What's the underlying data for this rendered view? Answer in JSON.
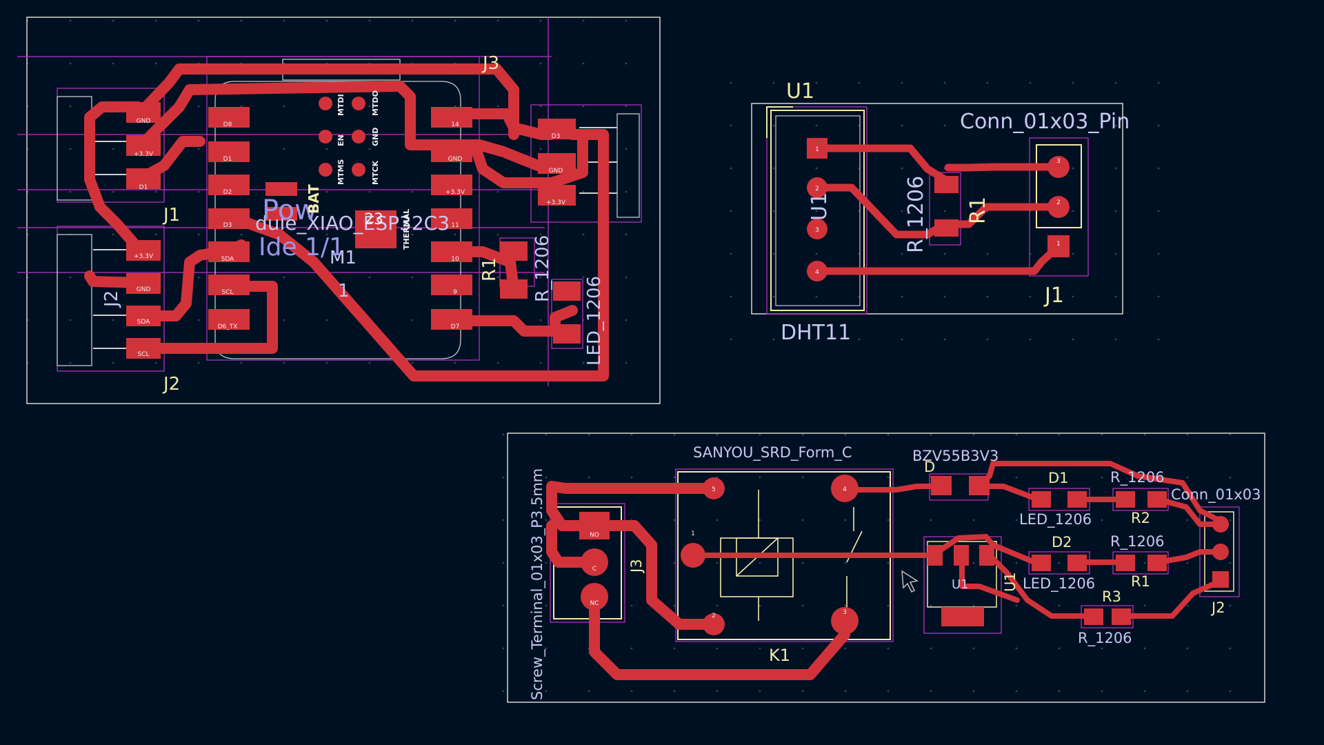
{
  "colors": {
    "background": "#001023",
    "copper": "#d2333a",
    "silkscreen": "#f2eba8",
    "courtyard": "#b032b8",
    "edge_cuts": "#d8d8d0"
  },
  "board_left": {
    "labels": {
      "j3": "J3",
      "j1_left": "J1",
      "j2_left_bottom": "J2",
      "j2_left_side": "J2",
      "m1": "M1",
      "r1": "R1",
      "led_value": "LED_1206",
      "r_value": "R_1206",
      "module_value": "dule_XIAO_ESP32C3",
      "ref_frag_a": "Pow",
      "ref_frag_b": "Ide 1/1",
      "bat": "BAT",
      "thermal": "THERMAL",
      "pad23": "23",
      "ref_1": "1"
    },
    "connector_j1_pads": [
      "GND",
      "+3.3V",
      "D1"
    ],
    "connector_j2_pads": [
      "+3.3V",
      "GND",
      "SDA",
      "SCL"
    ],
    "connector_j3_pads": [
      "D3",
      "GND",
      "+3.3V"
    ],
    "module_left_pins": [
      "D8",
      "D1",
      "D2",
      "D3",
      "SDA",
      "SCL",
      "D6_TX"
    ],
    "module_right_pins": [
      "14",
      "GND",
      "+3.3V",
      "11",
      "10",
      "9",
      "D7"
    ],
    "module_mid_pads": [
      "MTDI",
      "MTDO",
      "EN",
      "GND",
      "MTMS",
      "MTCK"
    ]
  },
  "board_top_right": {
    "labels": {
      "u1_ref": "U1",
      "u1_fab": "U1",
      "dht11": "DHT11",
      "conn": "Conn_01x03_Pin",
      "j1": "J1",
      "r1": "R1",
      "r_value": "R_1206"
    },
    "dht_pins": [
      "1",
      "2",
      "3",
      "4"
    ],
    "j1_pins": [
      "3",
      "2",
      "1"
    ]
  },
  "board_bottom": {
    "labels": {
      "relay": "SANYOU_SRD_Form_C",
      "screw_terminal": "Screw_Terminal_01x03_P3.5mm",
      "k1": "K1",
      "j3": "J3",
      "zener": "BZV55B3V3",
      "d1": "D1",
      "d2": "D2",
      "led1": "LED_1206",
      "led2": "LED_1206",
      "r_1206_a": "R_1206",
      "r_1206_b": "R_1206",
      "r_1206_c": "R_1206",
      "r2": "R2",
      "r1": "R1",
      "r3": "R3",
      "conn": "Conn_01x03",
      "j2": "J2",
      "u1": "U1",
      "u1_side": "U1",
      "dz": "D"
    },
    "relay_pins": [
      "5",
      "4",
      "1",
      "2",
      "3"
    ],
    "screw_pins": [
      "NO",
      "C",
      "NC"
    ]
  }
}
